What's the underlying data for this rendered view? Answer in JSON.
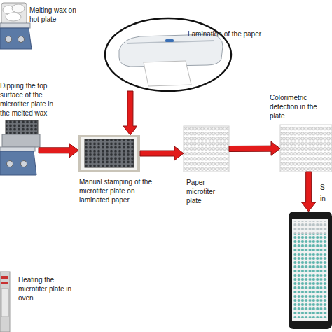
{
  "diagram": {
    "nodes": [
      {
        "text": [
          "Melting wax on hot plate"
        ]
      },
      {
        "text": [
          "Lamination of the paper"
        ]
      },
      {
        "text": [
          "Dipping the top surface of the microtiter plate in the melted wax"
        ]
      },
      {
        "text": [
          "Manual stamping of the microtiter plate on laminated paper"
        ]
      },
      {
        "text": [
          "Paper microtiter plate"
        ]
      },
      {
        "text": [
          "Colorimetric detection in the plate"
        ]
      },
      {
        "text": [
          "S",
          "in"
        ]
      },
      {
        "text": [
          "Heating the microtiter plate in oven"
        ]
      }
    ],
    "edges": [
      {
        "from": 1,
        "to": 3,
        "arrow": "to"
      },
      {
        "from": 2,
        "to": 3,
        "arrow": "to"
      },
      {
        "from": 3,
        "to": 4,
        "arrow": "to"
      },
      {
        "from": 4,
        "to": 5,
        "arrow": "to"
      },
      {
        "from": 5,
        "to": 6,
        "arrow": "to"
      }
    ]
  }
}
